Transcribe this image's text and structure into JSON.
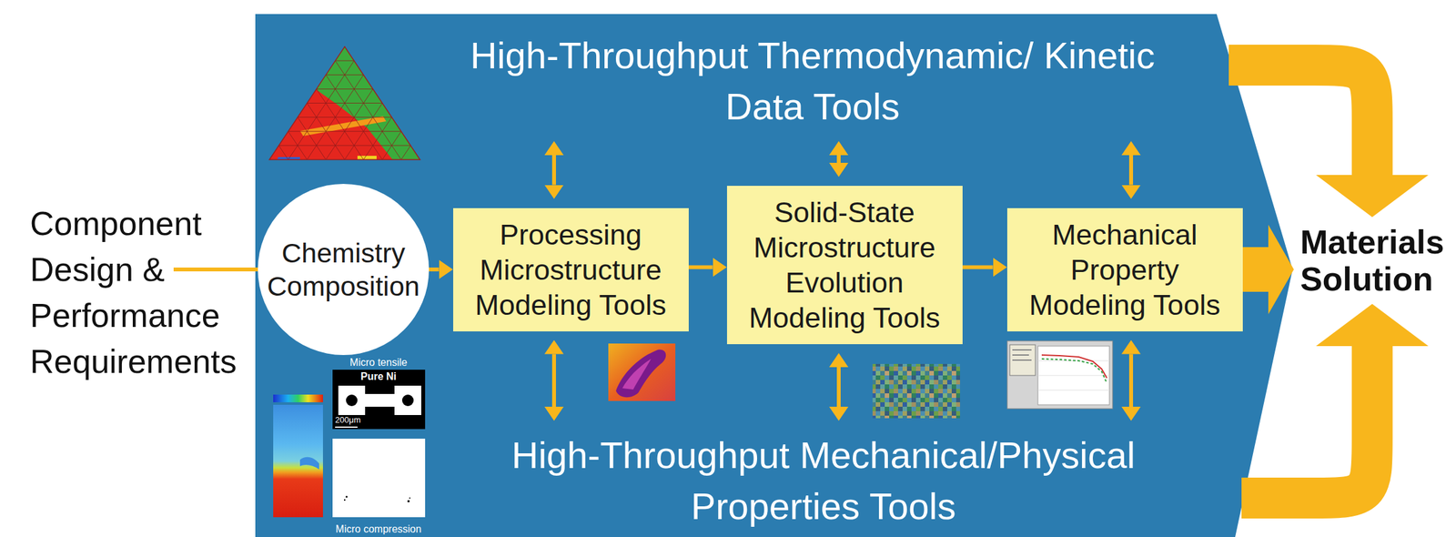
{
  "diagram": {
    "nodes": [
      {
        "text": [
          "Component Design & Performance Requirements"
        ]
      },
      {
        "text": [
          "High-Throughput Thermodynamic/ Kinetic Data Tools"
        ]
      },
      {
        "text": [
          "Chemistry Composition"
        ]
      },
      {
        "text": [
          "Processing Microstructure Modeling Tools"
        ]
      },
      {
        "text": [
          "Solid-State Microstructure Evolution Modeling Tools"
        ]
      },
      {
        "text": [
          "Mechanical Property Modeling Tools"
        ]
      },
      {
        "text": [
          "High-Throughput Mechanical/Physical Properties Tools"
        ]
      },
      {
        "text": [
          "Materials Solution"
        ]
      }
    ],
    "edges": [
      {
        "from": 0,
        "to": 2,
        "arrow": "none"
      },
      {
        "from": 2,
        "to": 3,
        "arrow": "to"
      },
      {
        "from": 3,
        "to": 4,
        "arrow": "to"
      },
      {
        "from": 4,
        "to": 5,
        "arrow": "to"
      },
      {
        "from": 5,
        "to": 7,
        "arrow": "to"
      },
      {
        "from": 1,
        "to": 3,
        "arrow": "both"
      },
      {
        "from": 1,
        "to": 4,
        "arrow": "both"
      },
      {
        "from": 1,
        "to": 5,
        "arrow": "both"
      },
      {
        "from": 3,
        "to": 6,
        "arrow": "both"
      },
      {
        "from": 4,
        "to": 6,
        "arrow": "both"
      },
      {
        "from": 5,
        "to": 6,
        "arrow": "both"
      },
      {
        "from": 1,
        "to": 7,
        "arrow": "to"
      },
      {
        "from": 6,
        "to": 7,
        "arrow": "to"
      }
    ],
    "labels": [
      "Micro tensile",
      "Pure Ni",
      "200μm",
      "Micro compression"
    ]
  }
}
